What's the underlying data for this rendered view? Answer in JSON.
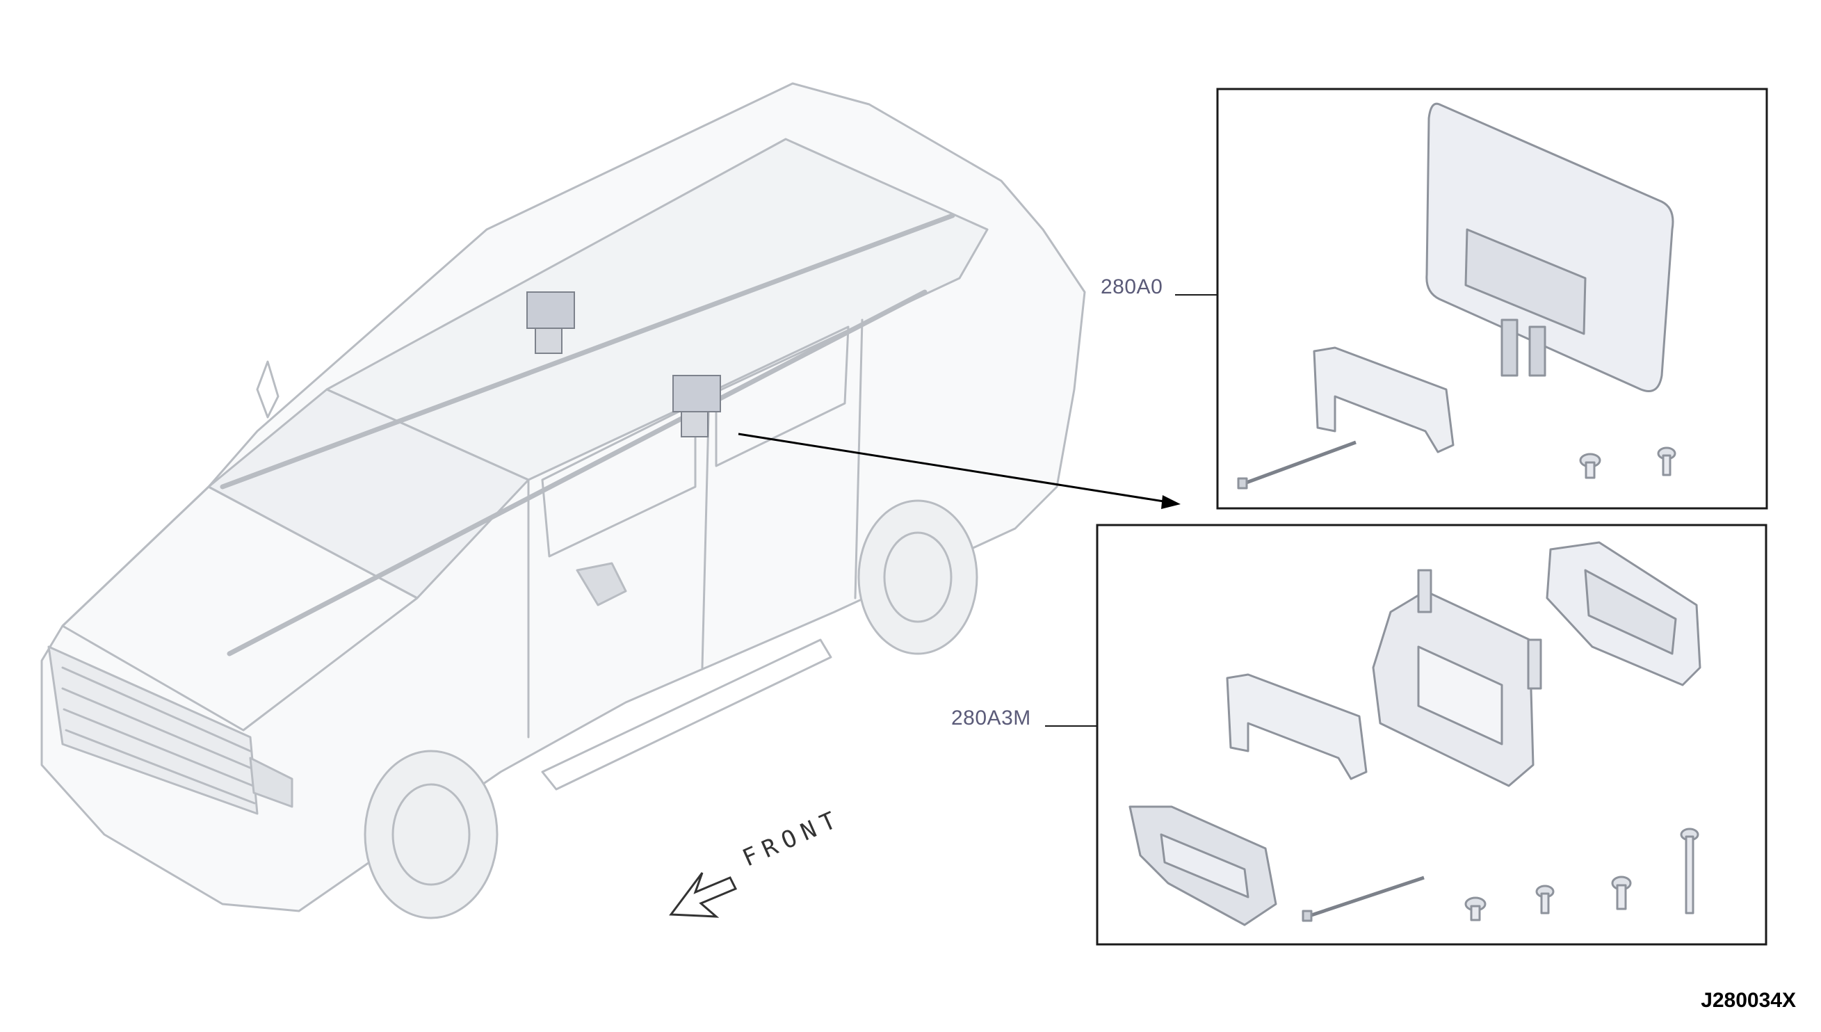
{
  "callouts": {
    "upper_part_number": "280A0",
    "lower_part_number": "280A3M"
  },
  "direction_label": "FRONT",
  "drawing_id": "J280034X",
  "colors": {
    "line": "#000000",
    "callout_text": "#5a5a78",
    "vehicle_ghost": "#b8bcc2",
    "part_fill": "#e6e8ee",
    "part_stroke": "#8e939c"
  }
}
